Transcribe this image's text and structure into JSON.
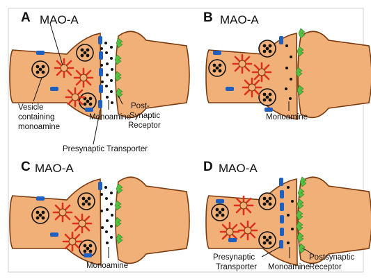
{
  "colors": {
    "neuron_fill": "#f0b078",
    "neuron_stroke": "#7a3a10",
    "transporter": "#1f5fbf",
    "receptor": "#55c040",
    "enzyme": "#e0301a",
    "dot": "#111111",
    "frame": "#cfcfcf"
  },
  "panels": [
    {
      "letter": "A",
      "enzyme_label": "MAO-A",
      "vesicle_label": [
        "Vesicle",
        "containing",
        "monoamine"
      ],
      "monoamine_label": "Monoamine",
      "receptor_label": [
        "Post-",
        "Synaptic",
        "Receptor"
      ],
      "transporter_label": "Presynaptic Transporter"
    },
    {
      "letter": "B",
      "enzyme_label": "MAO-A",
      "monoamine_label": "Monoamine"
    },
    {
      "letter": "C",
      "enzyme_label": "MAO-A",
      "monoamine_label": "Monoamine"
    },
    {
      "letter": "D",
      "enzyme_label": "MAO-A",
      "transporter_label": [
        "Presynaptic",
        "Transporter"
      ],
      "monoamine_label": "Monoamine",
      "receptor_label": [
        "Postsynaptic",
        "Receptor"
      ]
    }
  ]
}
